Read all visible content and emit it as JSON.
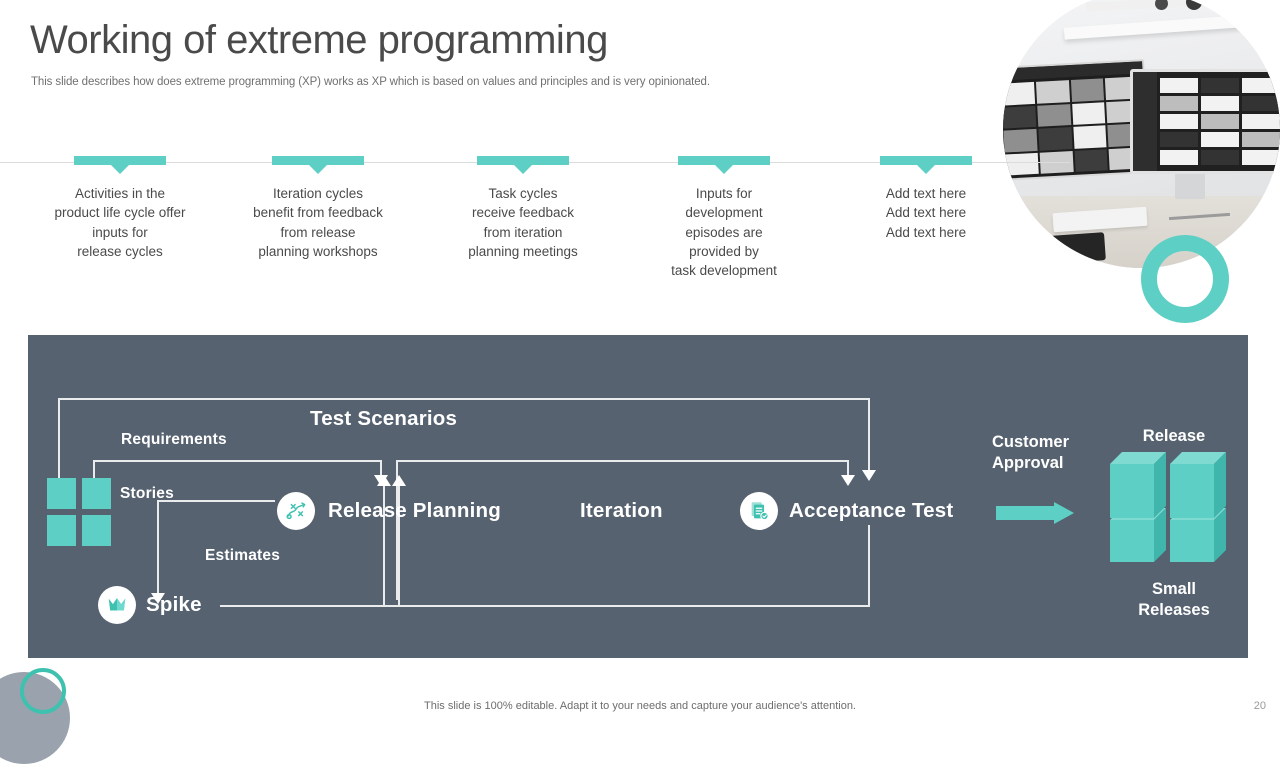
{
  "header": {
    "title": "Working of extreme programming",
    "subtitle": "This slide describes how does extreme programming (XP) works as XP which is based on values and principles and is very opinionated."
  },
  "theme": {
    "accent_teal": "#5ecfc4",
    "panel_dark": "#566270",
    "text_dark": "#4a4a4a"
  },
  "columns": [
    {
      "text": "Activities in the\nproduct life cycle offer\ninputs for\nrelease cycles"
    },
    {
      "text": "Iteration cycles\nbenefit from feedback\nfrom release\nplanning workshops"
    },
    {
      "text": "Task cycles\nreceive feedback\nfrom iteration\nplanning meetings"
    },
    {
      "text": "Inputs for\ndevelopment\nepisodes are\nprovided by\ntask development"
    },
    {
      "text": "Add text here\nAdd text here\nAdd text here"
    }
  ],
  "diagram": {
    "nodes": {
      "release_planning": "Release Planning",
      "iteration": "Iteration",
      "acceptance_test": "Acceptance Test",
      "spike": "Spike"
    },
    "edges": {
      "requirements": "Requirements",
      "test_scenarios": "Test Scenarios",
      "stories": "Stories",
      "estimates": "Estimates"
    },
    "right": {
      "customer_approval": "Customer\nApproval",
      "release": "Release",
      "small_releases": "Small\nReleases"
    },
    "icons": {
      "release_planning": "strategy-icon",
      "acceptance_test": "document-check-icon",
      "spike": "spike-crown-icon",
      "stories": "grid-squares-icon",
      "approval": "right-arrow-icon",
      "releases": "cubes-3d-icon"
    }
  },
  "footer": {
    "note": "This slide is 100% editable. Adapt it to your needs and capture your audience's attention.",
    "page_number": "20"
  }
}
